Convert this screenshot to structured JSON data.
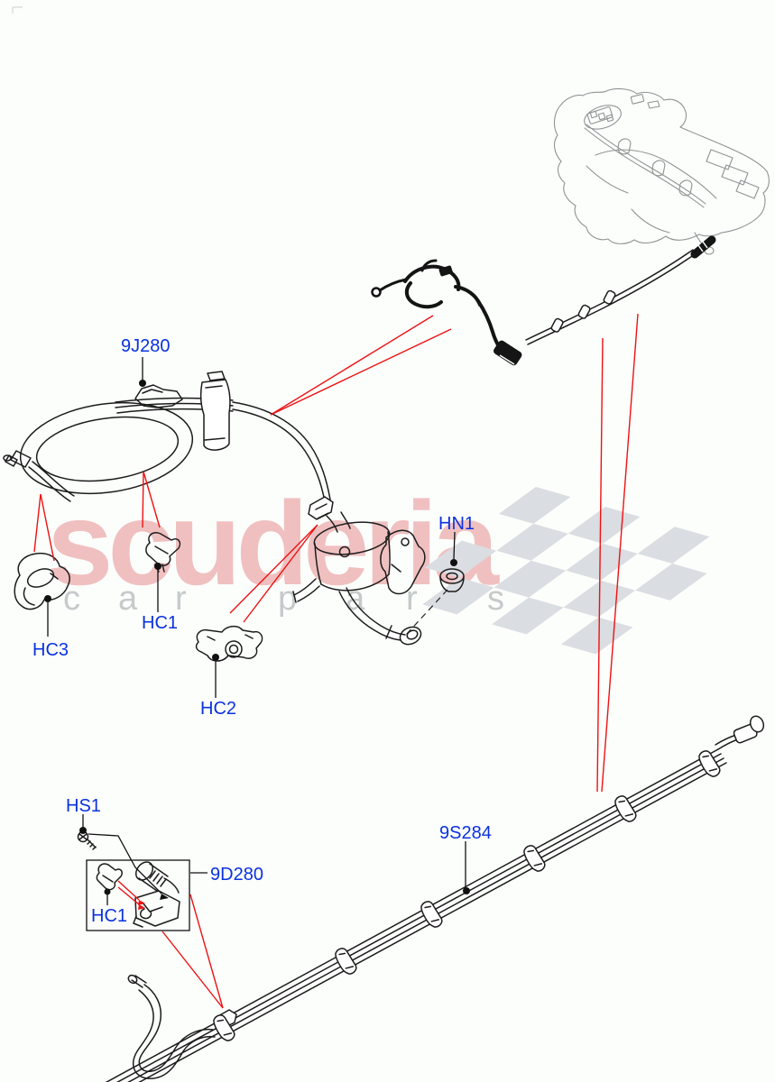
{
  "watermark": {
    "brand": "scuderia",
    "letters": [
      "c",
      "a",
      "r",
      "p",
      "a",
      "r",
      "t",
      "s"
    ],
    "colors": {
      "brand": "#efb6b6",
      "letters": "#c5caca",
      "checker": "#dadde1"
    }
  },
  "callouts": {
    "j9280": "9J280",
    "hc3": "HC3",
    "hc1_main": "HC1",
    "hc2": "HC2",
    "hn1": "HN1",
    "hs1": "HS1",
    "d9280": "9D280",
    "hc1_box": "HC1",
    "s9284": "9S284"
  },
  "colors": {
    "callout": "#0a31e0",
    "leader": "#111111",
    "highlight": "#ee1212",
    "sketch": "#8e9494",
    "ink": "#1c1c1c"
  }
}
